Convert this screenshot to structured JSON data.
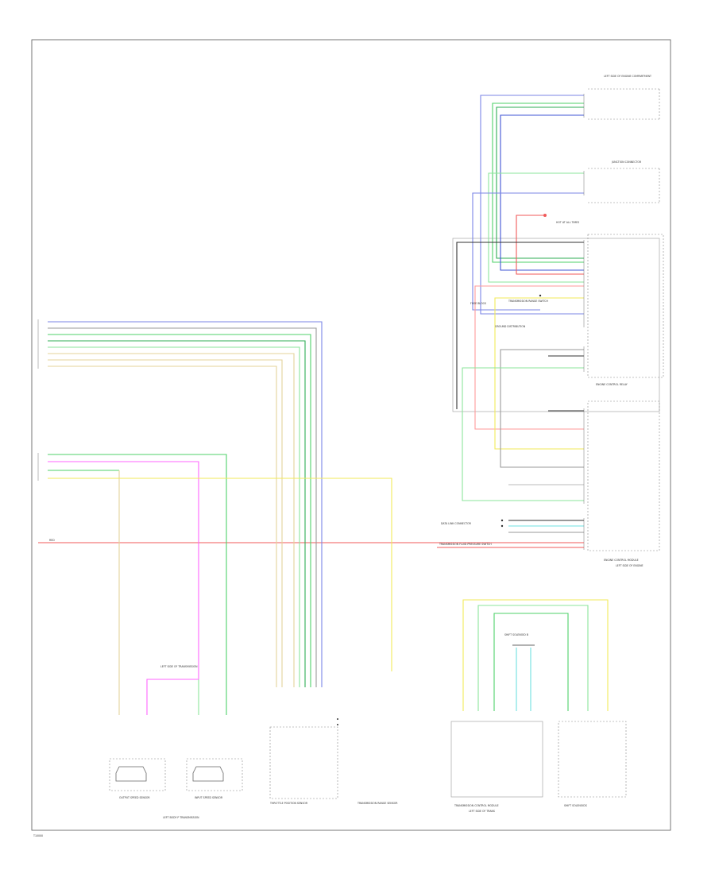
{
  "colors": {
    "blue": "#7b86e6",
    "dkblue": "#3f54d6",
    "green": "#4fd16a",
    "ltgreen": "#8be59b",
    "dkgreen": "#2fae55",
    "yellow": "#f2ea5a",
    "tan": "#e4d39a",
    "red": "#f05a5a",
    "pink": "#ff66ff",
    "gray": "#9a9a9a",
    "cyan": "#6fe0e0",
    "black": "#333333"
  },
  "labels": {
    "page_id": "T10000",
    "left_trans_group": "LEFT BODY P TRANSMISSION",
    "sensor1": "OUTPUT SPEED SENSOR",
    "sensor2": "INPUT SPEED SENSOR",
    "sensor_group_note": "LEFT SIDE OF TRANSMISSION",
    "tps": "THROTTLE POSITION SENSOR",
    "trs": "TRANSMISSION RANGE SENSOR",
    "tcu": "TRANSMISSION CONTROL MODULE",
    "tcu_note": "LEFT SIDE OF TRANS",
    "ecm_right": "ENGINE CONTROL MODULE",
    "ecm_note": "LEFT SIDE OF ENGINE",
    "dlc": "DATA LINK CONNECTOR",
    "hot_at_all_times": "HOT AT ALL TIMES",
    "engine_ctrl": "ENGINE CONTROL RELAY",
    "ground_distrib": "GROUND DISTRIBUTION",
    "junction_right": "JUNCTION CONNECTOR",
    "fuse_block": "FUSE BLOCK",
    "tl_pressure": "TRANSMISSION FLUID PRESSURE SWITCH",
    "shift_solenoids": "SHIFT SOLENOIDS",
    "trans_range": "TRANSMISSION RANGE SWITCH",
    "top_right_title": "LEFT SIDE OF ENGINE COMPARTMENT",
    "solenoid_note": "SHIFT SOLENOID B",
    "bus_label": "RED"
  }
}
